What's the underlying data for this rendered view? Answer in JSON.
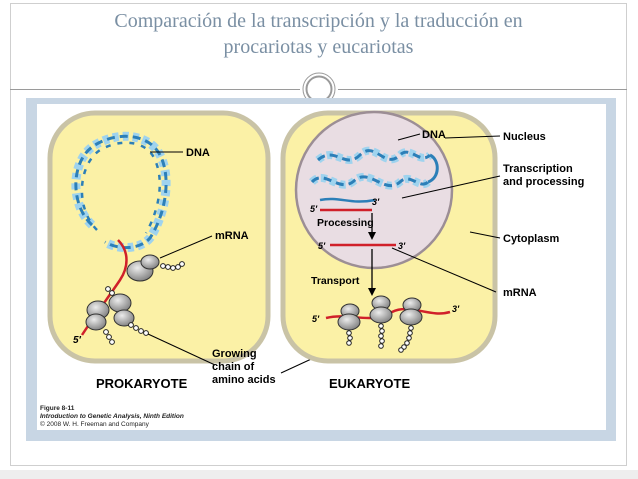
{
  "slide": {
    "title_line1": "Comparación de la transcripción y la traducción en",
    "title_line2": "procariotas y eucariotas"
  },
  "figure": {
    "prokaryote": {
      "label": "PROKARYOTE",
      "dna_label": "DNA",
      "mrna_label": "mRNA",
      "five_prime": "5′",
      "chain_label_line1": "Growing",
      "chain_label_line2": "chain of",
      "chain_label_line3": "amino acids"
    },
    "eukaryote": {
      "label": "EUKARYOTE",
      "dna_label": "DNA",
      "nucleus_label": "Nucleus",
      "transcription_line1": "Transcription",
      "transcription_line2": "and processing",
      "processing_label": "Processing",
      "transport_label": "Transport",
      "cytoplasm_label": "Cytoplasm",
      "mrna_label": "mRNA",
      "five_prime_dna": "5′",
      "three_prime_dna": "3′",
      "five_prime_nucleus": "5′",
      "three_prime_nucleus": "3′",
      "five_prime_cyto": "5′",
      "three_prime_cyto": "3′"
    },
    "caption": {
      "line1": "Figure 8-11",
      "line2": "Introduction to Genetic Analysis, Ninth Edition",
      "line3": "© 2008 W. H. Freeman and Company"
    },
    "colors": {
      "cell_fill": "#fbf1a6",
      "cell_border": "#c9c3a6",
      "nucleus_fill": "#e9dde3",
      "dna_blue": "#2c7fb8",
      "dna_light": "#9fd3ee",
      "mrna_red": "#d0202a",
      "ribosome": "#9a9a9a",
      "title_color": "#7a8fa3"
    }
  }
}
